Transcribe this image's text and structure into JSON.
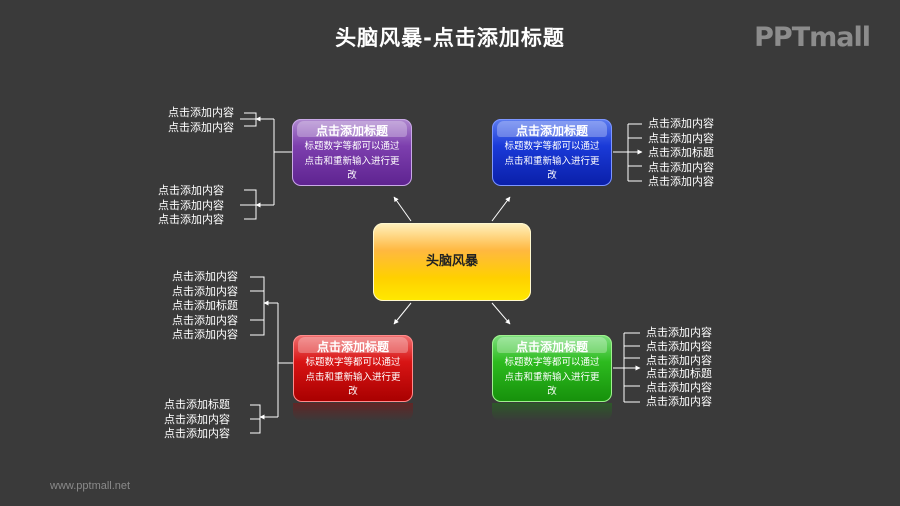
{
  "title": "头脑风暴-点击添加标题",
  "logo": "PPTmall",
  "footer": "www.pptmall.net",
  "center": "头脑风暴",
  "boxes": {
    "tl": {
      "title": "点击添加标题",
      "body": "标题数字等都可以通过点击和重新输入进行更改"
    },
    "tr": {
      "title": "点击添加标题",
      "body": "标题数字等都可以通过点击和重新输入进行更改"
    },
    "bl": {
      "title": "点击添加标题",
      "body": "标题数字等都可以通过点击和重新输入进行更改"
    },
    "br": {
      "title": "点击添加标题",
      "body": "标题数字等都可以通过点击和重新输入进行更改"
    }
  },
  "labels": {
    "tl_a": [
      "点击添加内容",
      "点击添加内容"
    ],
    "tl_b": [
      "点击添加内容",
      "点击添加内容",
      "点击添加内容"
    ],
    "tr": [
      "点击添加内容",
      "点击添加内容",
      "点击添加标题",
      "点击添加内容",
      "点击添加内容"
    ],
    "bl_a": [
      "点击添加内容",
      "点击添加内容",
      "点击添加标题",
      "点击添加内容",
      "点击添加内容"
    ],
    "bl_b": [
      "点击添加标题",
      "点击添加内容",
      "点击添加内容"
    ],
    "br": [
      "点击添加内容",
      "点击添加内容",
      "点击添加内容",
      "点击添加标题",
      "点击添加内容",
      "点击添加内容"
    ]
  }
}
